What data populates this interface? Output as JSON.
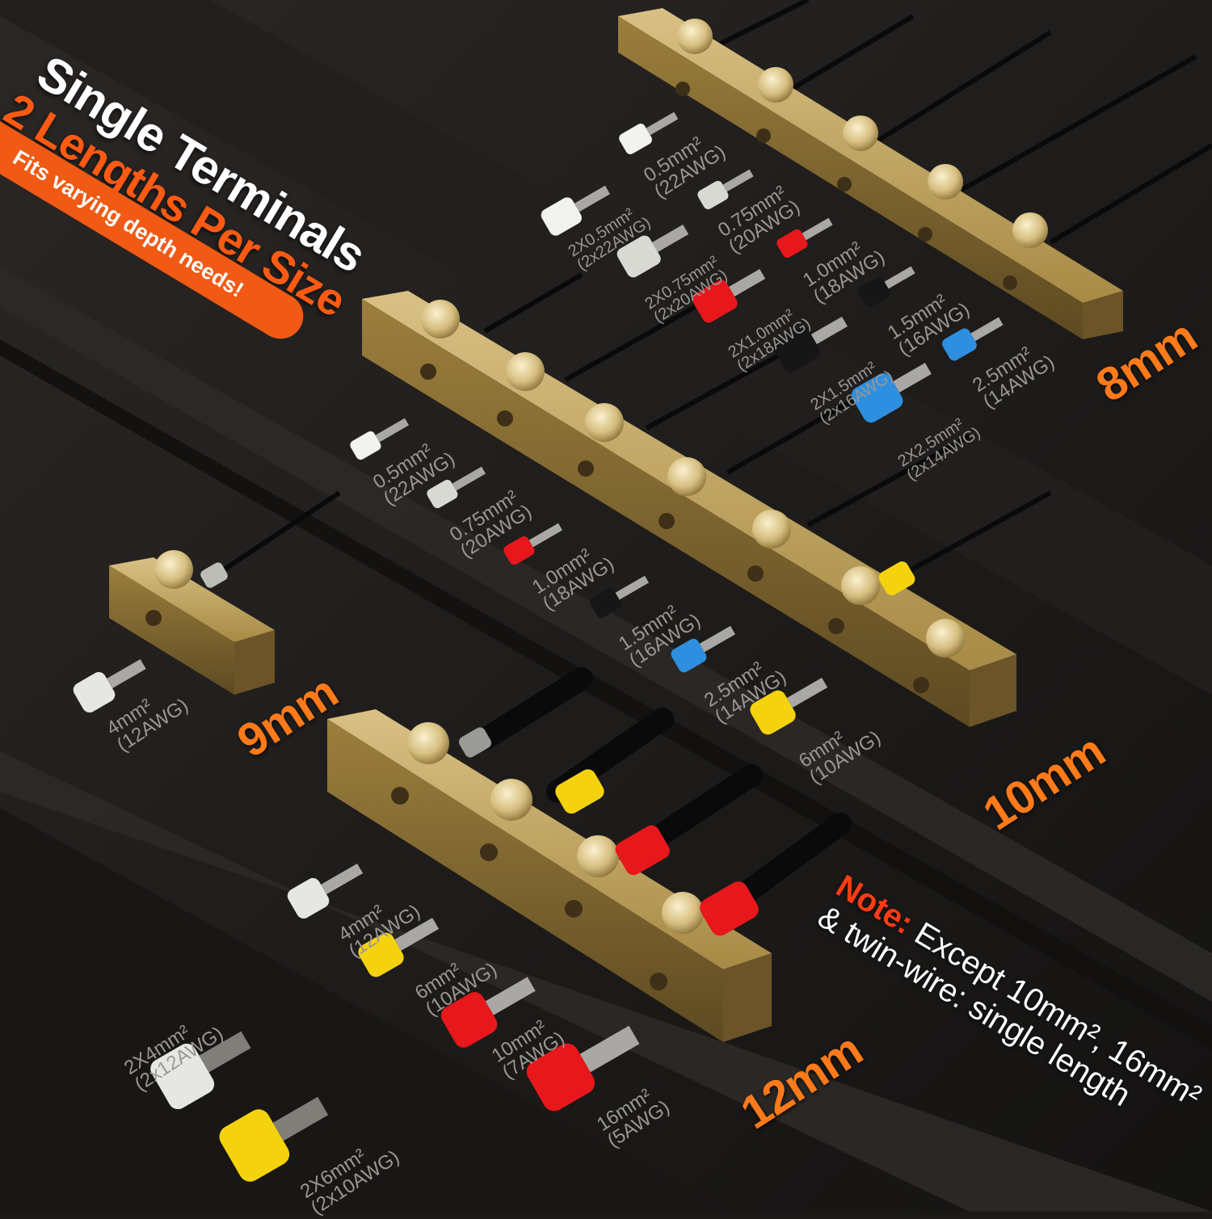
{
  "header": {
    "title": "Single Terminals",
    "subtitle": "2 Lengths Per Size",
    "badge": "Fits varying depth needs!"
  },
  "note": {
    "label": "Note:",
    "line1": "Except 10mm², 16mm²",
    "line2": "& twin-wire: single length"
  },
  "colors": {
    "accent_orange": "#ff5a14",
    "badge_orange": "#f05a14",
    "brass": "#b89a55",
    "background": "#1c1a19"
  },
  "blocks": [
    {
      "size_label": "8mm",
      "single": [
        {
          "mm": "0.5mm²",
          "awg": "(22AWG)",
          "color": "#f2f2ee"
        },
        {
          "mm": "0.75mm²",
          "awg": "(20AWG)",
          "color": "#d9d9d4"
        },
        {
          "mm": "1.0mm²",
          "awg": "(18AWG)",
          "color": "#e8171b"
        },
        {
          "mm": "1.5mm²",
          "awg": "(16AWG)",
          "color": "#161616"
        },
        {
          "mm": "2.5mm²",
          "awg": "(14AWG)",
          "color": "#2e8fe0"
        }
      ],
      "twin": [
        {
          "mm": "2X0.5mm²",
          "awg": "(2x22AWG)",
          "color": "#f2f2ee"
        },
        {
          "mm": "2X0.75mm²",
          "awg": "(2x20AWG)",
          "color": "#d9d9d4"
        },
        {
          "mm": "2X1.0mm²",
          "awg": "(2x18AWG)",
          "color": "#e8171b"
        },
        {
          "mm": "2X1.5mm²",
          "awg": "(2x16AWG)",
          "color": "#161616"
        },
        {
          "mm": "2X2.5mm²",
          "awg": "(2x14AWG)",
          "color": "#2e8fe0"
        }
      ]
    },
    {
      "size_label": "10mm",
      "single": [
        {
          "mm": "0.5mm²",
          "awg": "(22AWG)",
          "color": "#f2f2ee"
        },
        {
          "mm": "0.75mm²",
          "awg": "(20AWG)",
          "color": "#d9d9d4"
        },
        {
          "mm": "1.0mm²",
          "awg": "(18AWG)",
          "color": "#e8171b"
        },
        {
          "mm": "1.5mm²",
          "awg": "(16AWG)",
          "color": "#161616"
        },
        {
          "mm": "2.5mm²",
          "awg": "(14AWG)",
          "color": "#2e8fe0"
        },
        {
          "mm": "6mm²",
          "awg": "(10AWG)",
          "color": "#f5d20e"
        }
      ]
    },
    {
      "size_label": "9mm",
      "single": [
        {
          "mm": "4mm²",
          "awg": "(12AWG)",
          "color": "#e6e6e2"
        }
      ]
    },
    {
      "size_label": "12mm",
      "single": [
        {
          "mm": "4mm²",
          "awg": "(12AWG)",
          "color": "#e6e6e2"
        },
        {
          "mm": "6mm²",
          "awg": "(10AWG)",
          "color": "#f5d20e"
        },
        {
          "mm": "10mm²",
          "awg": "(7AWG)",
          "color": "#e8171b"
        },
        {
          "mm": "16mm²",
          "awg": "(5AWG)",
          "color": "#e8171b"
        }
      ],
      "twin": [
        {
          "mm": "2X4mm²",
          "awg": "(2x12AWG)",
          "color": "#e6e6e2"
        },
        {
          "mm": "2X6mm²",
          "awg": "(2x10AWG)",
          "color": "#f5d20e"
        }
      ]
    }
  ]
}
